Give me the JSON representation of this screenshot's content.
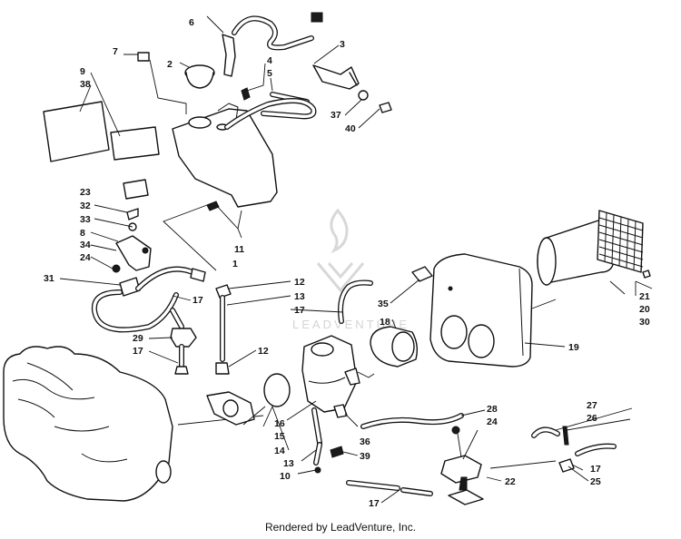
{
  "footer": {
    "credit": "Rendered by LeadVenture, Inc."
  },
  "watermark": {
    "text": "LEADVENTURE"
  },
  "callouts": [
    {
      "id": "c1",
      "label": "1"
    },
    {
      "id": "c2",
      "label": "2"
    },
    {
      "id": "c3",
      "label": "3"
    },
    {
      "id": "c4",
      "label": "4"
    },
    {
      "id": "c5",
      "label": "5"
    },
    {
      "id": "c6",
      "label": "6"
    },
    {
      "id": "c7",
      "label": "7"
    },
    {
      "id": "c8",
      "label": "8"
    },
    {
      "id": "c9",
      "label": "9"
    },
    {
      "id": "c10",
      "label": "10"
    },
    {
      "id": "c11",
      "label": "11"
    },
    {
      "id": "c12a",
      "label": "12"
    },
    {
      "id": "c12b",
      "label": "12"
    },
    {
      "id": "c13a",
      "label": "13"
    },
    {
      "id": "c13b",
      "label": "13"
    },
    {
      "id": "c14",
      "label": "14"
    },
    {
      "id": "c15",
      "label": "15"
    },
    {
      "id": "c16",
      "label": "16"
    },
    {
      "id": "c17a",
      "label": "17"
    },
    {
      "id": "c17b",
      "label": "17"
    },
    {
      "id": "c17c",
      "label": "17"
    },
    {
      "id": "c17d",
      "label": "17"
    },
    {
      "id": "c17e",
      "label": "17"
    },
    {
      "id": "c18",
      "label": "18"
    },
    {
      "id": "c19",
      "label": "19"
    },
    {
      "id": "c20",
      "label": "20"
    },
    {
      "id": "c21",
      "label": "21"
    },
    {
      "id": "c22",
      "label": "22"
    },
    {
      "id": "c23",
      "label": "23"
    },
    {
      "id": "c24a",
      "label": "24"
    },
    {
      "id": "c24b",
      "label": "24"
    },
    {
      "id": "c25",
      "label": "25"
    },
    {
      "id": "c26",
      "label": "26"
    },
    {
      "id": "c27",
      "label": "27"
    },
    {
      "id": "c28",
      "label": "28"
    },
    {
      "id": "c29",
      "label": "29"
    },
    {
      "id": "c30",
      "label": "30"
    },
    {
      "id": "c31",
      "label": "31"
    },
    {
      "id": "c32",
      "label": "32"
    },
    {
      "id": "c33",
      "label": "33"
    },
    {
      "id": "c34",
      "label": "34"
    },
    {
      "id": "c35",
      "label": "35"
    },
    {
      "id": "c36",
      "label": "36"
    },
    {
      "id": "c37",
      "label": "37"
    },
    {
      "id": "c38",
      "label": "38"
    },
    {
      "id": "c39",
      "label": "39"
    },
    {
      "id": "c40",
      "label": "40"
    }
  ]
}
